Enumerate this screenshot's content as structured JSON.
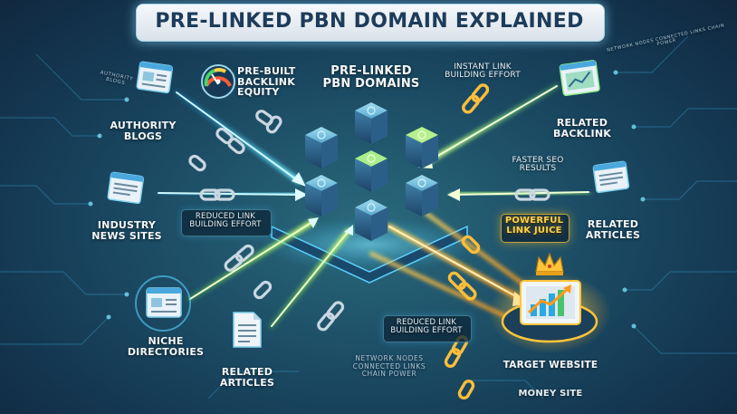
{
  "title": "PRE-LINKED PBN DOMAIN EXPLAINED",
  "center": {
    "title_line1": "PRE-LINKED",
    "title_line2": "PBN DOMAINS"
  },
  "labels": {
    "authority_blogs_tag": "AUTHORITY BLOGS",
    "pre_built_1": "PRE-BUILT",
    "pre_built_2": "BACKLINK",
    "pre_built_3": "EQUITY",
    "instant_1": "INSTANT LINK",
    "instant_2": "BUILDING EFFORT",
    "network_tag_top": "NETWORK NODES CONNECTED LINKS CHAIN POWER",
    "authority_1": "AUTHORITY",
    "authority_2": "BLOGS",
    "related_backlink_1": "RELATED",
    "related_backlink_2": "BACKLINK",
    "faster_1": "FASTER SEO",
    "faster_2": "RESULTS",
    "industry_1": "INDUSTRY",
    "industry_2": "NEWS SITES",
    "reduced1_1": "REDUCED LINK",
    "reduced1_2": "BUILDING EFFORT",
    "powerful_1": "POWERFUL",
    "powerful_2": "LINK JUICE",
    "related_articles_r_1": "RELATED",
    "related_articles_r_2": "ARTICLES",
    "niche_1": "NICHE",
    "niche_2": "DIRECTORIES",
    "related_articles_b_1": "RELATED",
    "related_articles_b_2": "ARTICLES",
    "reduced2_1": "REDUCED LINK",
    "reduced2_2": "BUILDING EFFORT",
    "network_1": "NETWORK NODES",
    "network_2": "CONNECTED LINKS",
    "network_3": "CHAIN POWER",
    "target_website": "TARGET WEBSITE",
    "money_site": "MONEY SITE"
  },
  "colors": {
    "cyan_arrow": "#39d3ff",
    "green_arrow": "#7cf06a",
    "gold_arrow": "#ffc43a",
    "title_text": "#1d3c5a"
  }
}
